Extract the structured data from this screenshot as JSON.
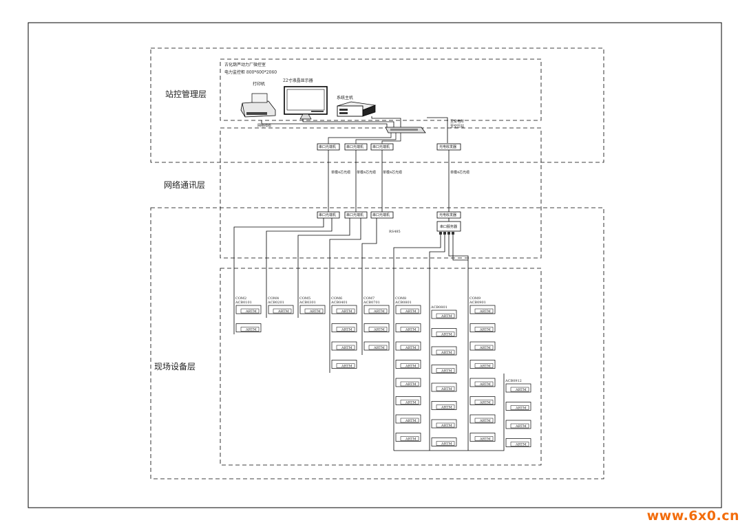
{
  "layers": {
    "station": "站控管理层",
    "network": "网络通讯层",
    "field": "现场设备层"
  },
  "room": {
    "name": "古化葫芦动力厂微控室",
    "cabinet": "电力监控柜 800*600*2060"
  },
  "devices": {
    "printer": "打印机",
    "monitor": "22寸液晶显示器",
    "host": "系统主机",
    "switch_label": "",
    "net_cable": "网络线缆"
  },
  "converters_top": [
    "串口光端机",
    "串口光端机",
    "串口光端机"
  ],
  "optical_switch_top": "光电收发器",
  "converters_bottom": [
    "串口光端机",
    "串口光端机",
    "串口光端机"
  ],
  "optical_switch_bottom": "光电收发器",
  "fiber_labels": [
    "单模4芯光缆",
    "单模4芯光缆",
    "单模4芯光缆",
    "单模4芯光缆"
  ],
  "server_label": "串口服务器",
  "bus_label": "RS485",
  "side_notes": [
    "至变电所",
    "至动力站",
    "至供水站",
    "至空压站"
  ],
  "meter_type": "ARTM",
  "columns": [
    {
      "com": "COM2",
      "cab": "ACB0101"
    },
    {
      "com": "COM4",
      "cab": "ACB0201"
    },
    {
      "com": "COM5",
      "cab": "ACB0301"
    },
    {
      "com": "COM6",
      "cab": "ACB0401"
    },
    {
      "com": "COM7",
      "cab": "ACB0701"
    },
    {
      "com": "COM8",
      "cab": "ACB0801"
    },
    {
      "com": "",
      "cab": "ACB0801"
    },
    {
      "com": "COM9",
      "cab": "ACB0901"
    },
    {
      "com": "",
      "cab": "ACB0912"
    }
  ],
  "watermark": "www.6x0.cn"
}
